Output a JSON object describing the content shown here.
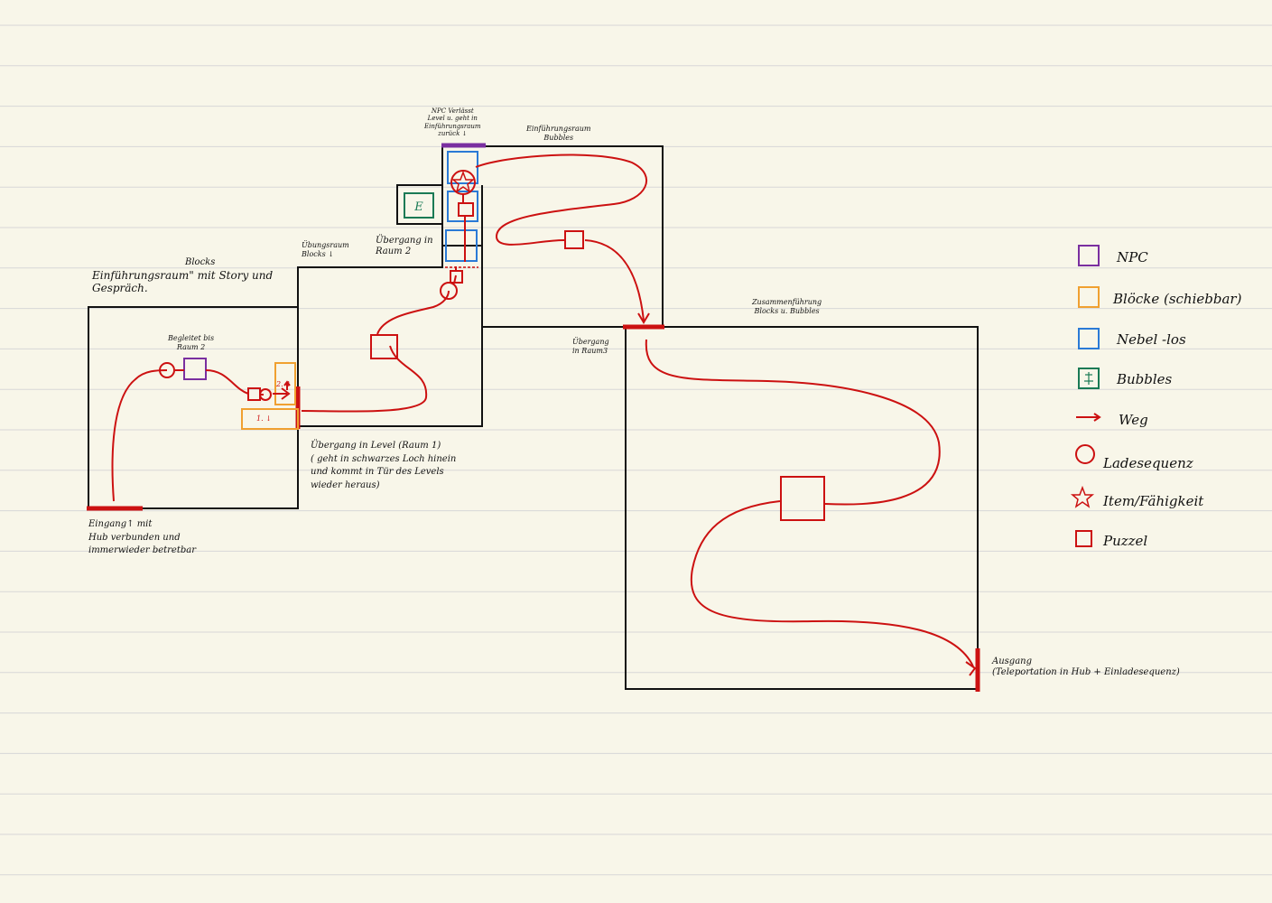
{
  "colors": {
    "paper": "#f8f6e9",
    "ruling": "#d7d7d7",
    "wall": "#111111",
    "path": "#cc1111",
    "npc": "#7a2fa0",
    "block": "#f0a030",
    "fog": "#2a7ad6",
    "bubble": "#1a7a55"
  },
  "labels": {
    "intro_room_top": "Blocks",
    "intro_room": "Einführungsraum\" mit Story und\nGespräch.",
    "npc_follow": "Begleitet bis\nRaum 2",
    "block_1": "1. ↓",
    "block_2": "2. ↑",
    "entrance": "Eingang↑ mit\nHub verbunden und\nimmerwieder betretbar",
    "transition_level": "Übergang in Level (Raum 1)\n( geht in schwarzes Loch hinein\nund kommt in Tür des Levels\nwieder heraus)",
    "practice_room": "Übungsraum\nBlocks ↓",
    "transition_room2": "Übergang in\nRaum 2",
    "npc_leaves": "NPC Verlässt\nLevel u. geht in\nEinführungsraum\nzurück ↓",
    "intro_bubbles": "Einführungsraum\nBubbles",
    "transition_room3": "Übergang\nin Raum3",
    "merge_room": "Zusammenführung\nBlocks u. Bubbles",
    "exit": "Ausgang\n(Teleportation in Hub + Einladesequenz)",
    "bubble_box_letter": "E"
  },
  "legend": [
    {
      "key": "npc",
      "label": "NPC"
    },
    {
      "key": "block",
      "label": "Blöcke (schiebbar)"
    },
    {
      "key": "fog",
      "label": "Nebel -los"
    },
    {
      "key": "bubble",
      "label": "Bubbles"
    },
    {
      "key": "path",
      "label": "Weg"
    },
    {
      "key": "load",
      "label": "Ladesequenz"
    },
    {
      "key": "item",
      "label": "Item/Fähigkeit"
    },
    {
      "key": "puzzle",
      "label": "Puzzel"
    }
  ]
}
